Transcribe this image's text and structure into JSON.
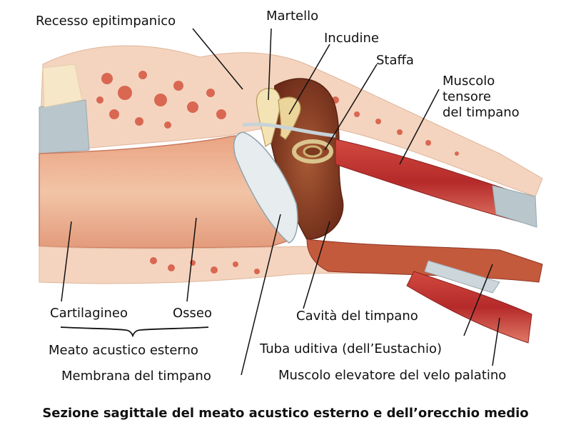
{
  "labels": {
    "recesso": "Recesso epitimpanico",
    "martello": "Martello",
    "incudine": "Incudine",
    "staffa": "Staffa",
    "muscolo_tensore_1": "Muscolo",
    "muscolo_tensore_2": "tensore",
    "muscolo_tensore_3": "del timpano",
    "cartilagineo": "Cartilagineo",
    "osseo": "Osseo",
    "meato": "Meato acustico esterno",
    "membrana": "Membrana del timpano",
    "cavita": "Cavità del timpano",
    "tuba": "Tuba uditiva (dell’Eustachio)",
    "elevatore": "Muscolo elevatore del velo palatino"
  },
  "caption": "Sezione sagittale del meato acustico esterno e dell’orecchio medio"
}
